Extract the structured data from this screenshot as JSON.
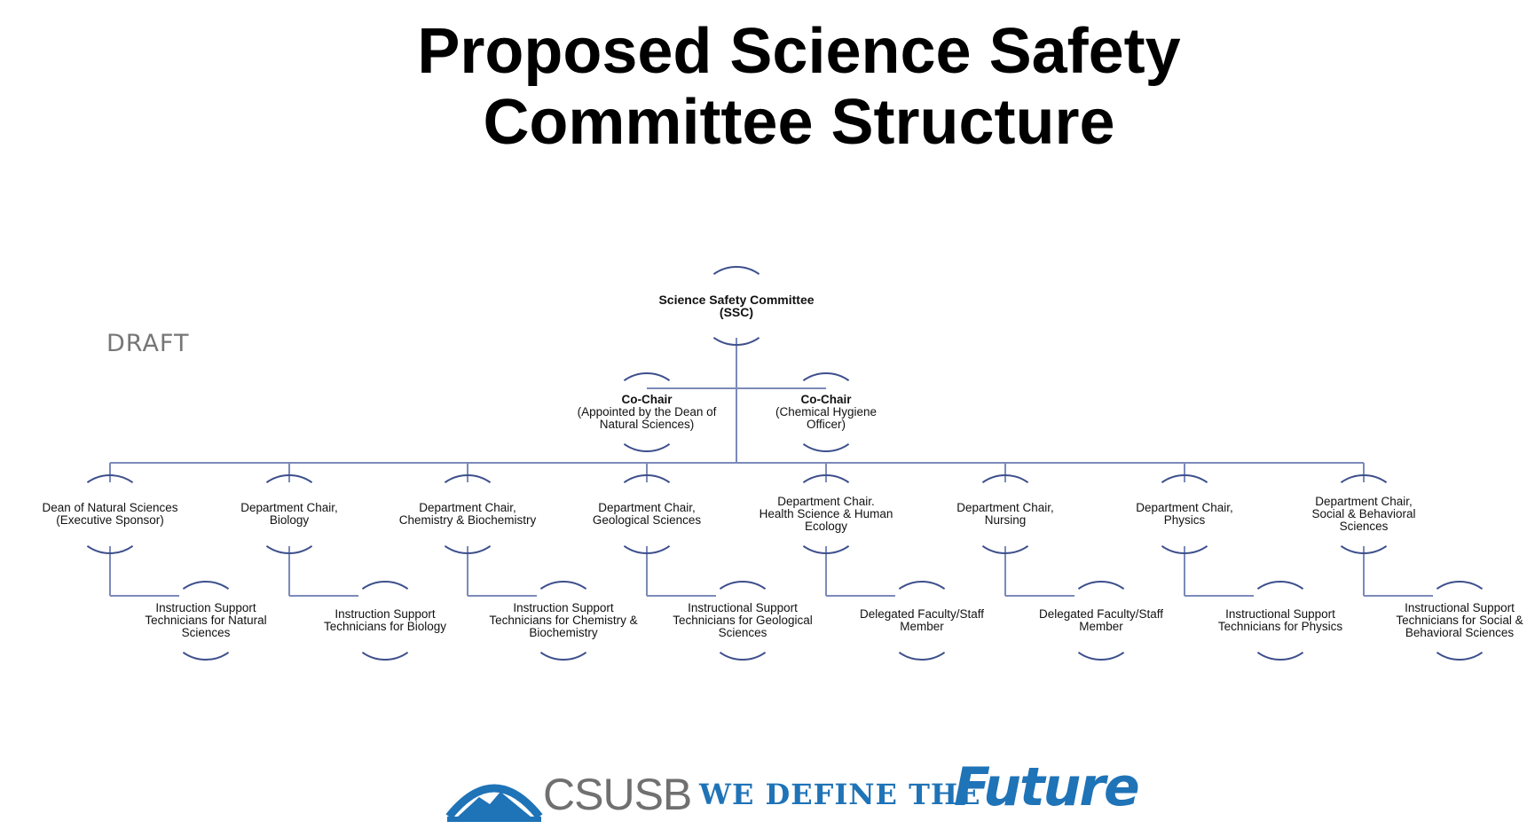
{
  "title": {
    "line1": "Proposed Science Safety",
    "line2": "Committee Structure"
  },
  "watermark": "DRAFT",
  "org_chart": {
    "root": {
      "lines": [
        "Science Safety Committee",
        "(SSC)"
      ]
    },
    "co_chairs": [
      {
        "lines": [
          "Co-Chair",
          "(Appointed by the Dean of",
          "Natural Sciences)"
        ]
      },
      {
        "lines": [
          "Co-Chair",
          "(Chemical Hygiene",
          "Officer)"
        ]
      }
    ],
    "members": [
      {
        "lines": [
          "Dean of Natural Sciences",
          "(Executive Sponsor)"
        ],
        "sub": [
          "Instruction Support",
          "Technicians for Natural",
          "Sciences"
        ]
      },
      {
        "lines": [
          "Department Chair,",
          "Biology"
        ],
        "sub": [
          "Instruction Support",
          "Technicians for Biology"
        ]
      },
      {
        "lines": [
          "Department Chair,",
          "Chemistry & Biochemistry"
        ],
        "sub": [
          "Instruction Support",
          "Technicians for Chemistry &",
          "Biochemistry"
        ]
      },
      {
        "lines": [
          "Department Chair,",
          "Geological Sciences"
        ],
        "sub": [
          "Instructional Support",
          "Technicians for Geological",
          "Sciences"
        ]
      },
      {
        "lines": [
          "Department Chair.",
          "Health Science & Human",
          "Ecology"
        ],
        "sub": [
          "Delegated Faculty/Staff",
          "Member"
        ]
      },
      {
        "lines": [
          "Department Chair,",
          "Nursing"
        ],
        "sub": [
          "Delegated Faculty/Staff",
          "Member"
        ]
      },
      {
        "lines": [
          "Department Chair,",
          "Physics"
        ],
        "sub": [
          "Instructional Support",
          "Technicians for Physics"
        ]
      },
      {
        "lines": [
          "Department Chair,",
          "Social & Behavioral",
          "Sciences"
        ],
        "sub": [
          "Instructional Support",
          "Technicians for Social &",
          "Behavioral Sciences"
        ]
      }
    ]
  },
  "footer": {
    "brand": "CSUSB",
    "slogan": "WE DEFINE THE",
    "slogan_script": "Future",
    "brand_color": "#1f73b7",
    "line_color": "#7b8ab8"
  }
}
